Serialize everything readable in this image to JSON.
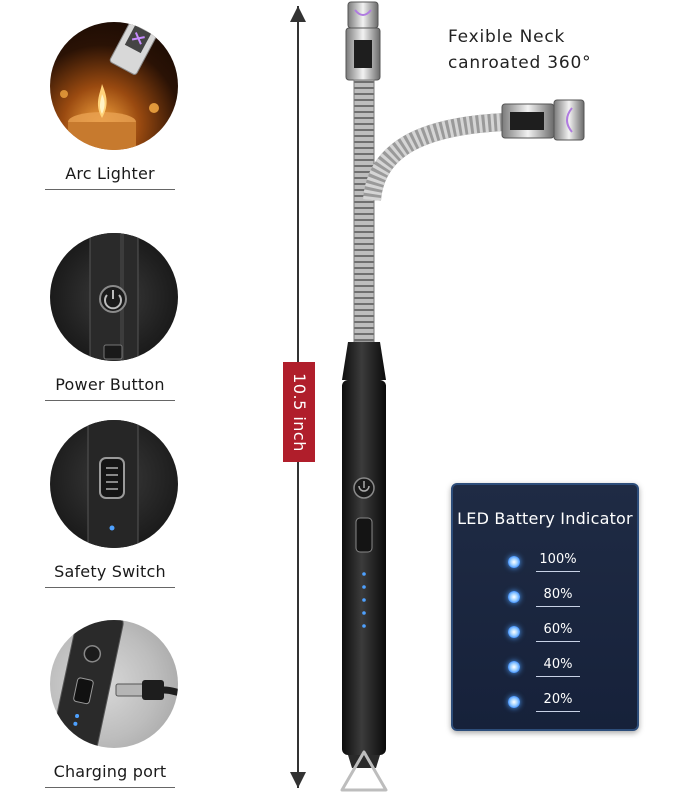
{
  "features": [
    {
      "label": "Arc Lighter"
    },
    {
      "label": "Power Button"
    },
    {
      "label": "Safety Switch"
    },
    {
      "label": "Charging port"
    }
  ],
  "dimension": {
    "length": "10.5 inch"
  },
  "neck": {
    "line1": "Fexible Neck",
    "line2": "canroated 360°"
  },
  "battery_indicator": {
    "title": "LED Battery Indicator",
    "levels": [
      "100%",
      "80%",
      "60%",
      "40%",
      "20%"
    ]
  },
  "colors": {
    "dimension_tag": "#b01e2b",
    "panel_bg": "#1f2b44",
    "led_blue": "#3a8cff"
  },
  "icons": [
    "candle-flame-icon",
    "power-icon",
    "safety-switch-icon",
    "usb-cable-icon",
    "dimension-arrow-icon"
  ]
}
